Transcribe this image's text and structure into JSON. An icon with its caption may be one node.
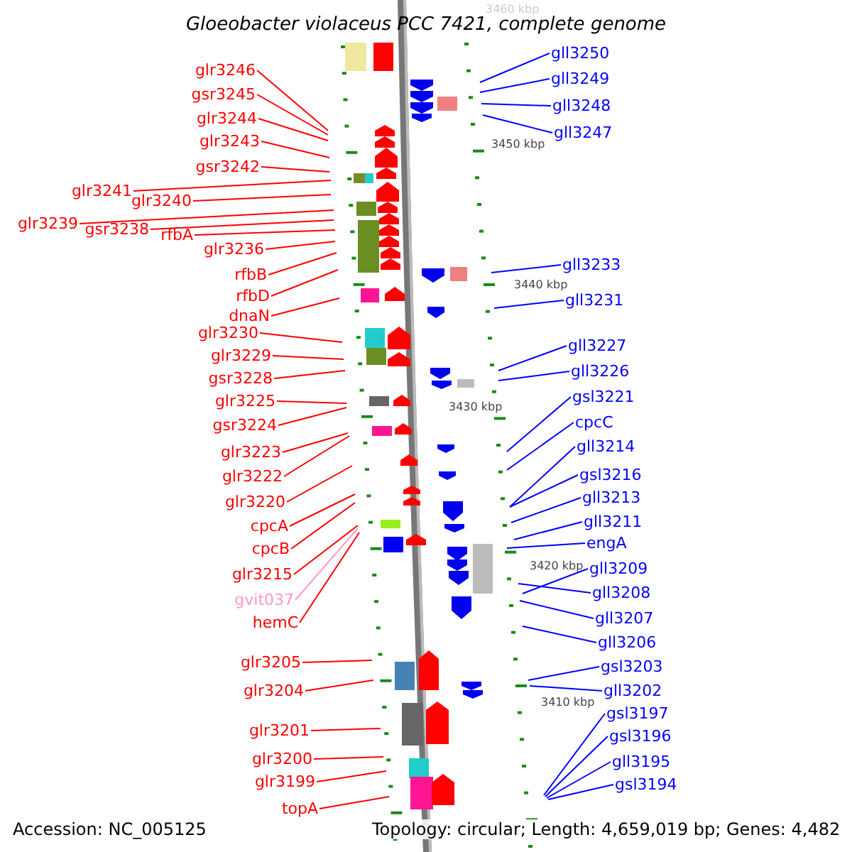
{
  "diagram": {
    "title": "Gloeobacter violaceus PCC 7421, complete genome",
    "nodes": [
      {
        "text": [
          "glr3246"
        ]
      },
      {
        "text": [
          "gsr3245"
        ]
      },
      {
        "text": [
          "glr3244"
        ]
      },
      {
        "text": [
          "glr3243"
        ]
      },
      {
        "text": [
          "gsr3242"
        ]
      },
      {
        "text": [
          "glr3241"
        ]
      },
      {
        "text": [
          "glr3240"
        ]
      },
      {
        "text": [
          "glr3239"
        ]
      },
      {
        "text": [
          "gsr3238"
        ]
      },
      {
        "text": [
          "rfbA"
        ]
      },
      {
        "text": [
          "glr3236"
        ]
      },
      {
        "text": [
          "rfbB"
        ]
      },
      {
        "text": [
          "rfbD"
        ]
      },
      {
        "text": [
          "dnaN"
        ]
      },
      {
        "text": [
          "glr3230"
        ]
      },
      {
        "text": [
          "glr3229"
        ]
      },
      {
        "text": [
          "gsr3228"
        ]
      },
      {
        "text": [
          "glr3225"
        ]
      },
      {
        "text": [
          "gsr3224"
        ]
      },
      {
        "text": [
          "glr3223"
        ]
      },
      {
        "text": [
          "glr3222"
        ]
      },
      {
        "text": [
          "glr3220"
        ]
      },
      {
        "text": [
          "cpcA"
        ]
      },
      {
        "text": [
          "cpcB"
        ]
      },
      {
        "text": [
          "glr3215"
        ]
      },
      {
        "text": [
          "gvit037"
        ]
      },
      {
        "text": [
          "hemC"
        ]
      },
      {
        "text": [
          "glr3205"
        ]
      },
      {
        "text": [
          "glr3204"
        ]
      },
      {
        "text": [
          "glr3201"
        ]
      },
      {
        "text": [
          "glr3200"
        ]
      },
      {
        "text": [
          "glr3199"
        ]
      },
      {
        "text": [
          "topA"
        ]
      },
      {
        "text": [
          "gll3250"
        ]
      },
      {
        "text": [
          "gll3249"
        ]
      },
      {
        "text": [
          "gll3248"
        ]
      },
      {
        "text": [
          "gll3247"
        ]
      },
      {
        "text": [
          "gll3233"
        ]
      },
      {
        "text": [
          "gll3231"
        ]
      },
      {
        "text": [
          "gll3227"
        ]
      },
      {
        "text": [
          "gll3226"
        ]
      },
      {
        "text": [
          "gsl3221"
        ]
      },
      {
        "text": [
          "cpcC"
        ]
      },
      {
        "text": [
          "gll3214"
        ]
      },
      {
        "text": [
          "gsl3216"
        ]
      },
      {
        "text": [
          "gll3213"
        ]
      },
      {
        "text": [
          "gll3211"
        ]
      },
      {
        "text": [
          "engA"
        ]
      },
      {
        "text": [
          "gll3209"
        ]
      },
      {
        "text": [
          "gll3208"
        ]
      },
      {
        "text": [
          "gll3207"
        ]
      },
      {
        "text": [
          "gll3206"
        ]
      },
      {
        "text": [
          "gsl3203"
        ]
      },
      {
        "text": [
          "gll3202"
        ]
      },
      {
        "text": [
          "gsl3197"
        ]
      },
      {
        "text": [
          "gsl3196"
        ]
      },
      {
        "text": [
          "gll3195"
        ]
      },
      {
        "text": [
          "gsl3194"
        ]
      }
    ],
    "edges": [
      {
        "from": 0,
        "to": null,
        "arrow": "none"
      },
      {
        "from": 1,
        "to": null,
        "arrow": "none"
      },
      {
        "from": 2,
        "to": null,
        "arrow": "none"
      },
      {
        "from": 3,
        "to": null,
        "arrow": "none"
      },
      {
        "from": 4,
        "to": null,
        "arrow": "none"
      },
      {
        "from": 5,
        "to": null,
        "arrow": "none"
      },
      {
        "from": 6,
        "to": null,
        "arrow": "none"
      },
      {
        "from": 7,
        "to": null,
        "arrow": "none"
      },
      {
        "from": 8,
        "to": null,
        "arrow": "none"
      },
      {
        "from": 9,
        "to": null,
        "arrow": "none"
      },
      {
        "from": 10,
        "to": null,
        "arrow": "none"
      },
      {
        "from": 11,
        "to": null,
        "arrow": "none"
      },
      {
        "from": 12,
        "to": null,
        "arrow": "none"
      },
      {
        "from": 13,
        "to": null,
        "arrow": "none"
      },
      {
        "from": 14,
        "to": null,
        "arrow": "none"
      },
      {
        "from": 15,
        "to": null,
        "arrow": "none"
      },
      {
        "from": 16,
        "to": null,
        "arrow": "none"
      },
      {
        "from": 17,
        "to": null,
        "arrow": "none"
      },
      {
        "from": 18,
        "to": null,
        "arrow": "none"
      },
      {
        "from": 19,
        "to": null,
        "arrow": "none"
      },
      {
        "from": 20,
        "to": null,
        "arrow": "none"
      },
      {
        "from": 21,
        "to": null,
        "arrow": "none"
      },
      {
        "from": 22,
        "to": null,
        "arrow": "none"
      },
      {
        "from": 23,
        "to": null,
        "arrow": "none"
      },
      {
        "from": 24,
        "to": null,
        "arrow": "none"
      },
      {
        "from": 25,
        "to": null,
        "arrow": "none",
        "color": "#ff99cc"
      },
      {
        "from": 26,
        "to": null,
        "arrow": "none"
      },
      {
        "from": 27,
        "to": null,
        "arrow": "none"
      },
      {
        "from": 28,
        "to": null,
        "arrow": "none"
      },
      {
        "from": 29,
        "to": null,
        "arrow": "none"
      },
      {
        "from": 30,
        "to": null,
        "arrow": "none"
      },
      {
        "from": 31,
        "to": null,
        "arrow": "none"
      },
      {
        "from": 32,
        "to": null,
        "arrow": "none"
      },
      {
        "from": 33,
        "to": null,
        "arrow": "none",
        "color": "#0000ff"
      },
      {
        "from": 34,
        "to": null,
        "arrow": "none",
        "color": "#0000ff"
      },
      {
        "from": 35,
        "to": null,
        "arrow": "none",
        "color": "#0000ff"
      },
      {
        "from": 36,
        "to": null,
        "arrow": "none",
        "color": "#0000ff"
      },
      {
        "from": 37,
        "to": null,
        "arrow": "none",
        "color": "#0000ff"
      },
      {
        "from": 38,
        "to": null,
        "arrow": "none",
        "color": "#0000ff"
      },
      {
        "from": 39,
        "to": null,
        "arrow": "none",
        "color": "#0000ff"
      },
      {
        "from": 40,
        "to": null,
        "arrow": "none",
        "color": "#0000ff"
      },
      {
        "from": 41,
        "to": null,
        "arrow": "none",
        "color": "#0000ff"
      },
      {
        "from": 42,
        "to": null,
        "arrow": "none",
        "color": "#0000ff"
      },
      {
        "from": 43,
        "to": null,
        "arrow": "none",
        "color": "#0000ff"
      },
      {
        "from": 44,
        "to": null,
        "arrow": "none",
        "color": "#0000ff"
      },
      {
        "from": 45,
        "to": null,
        "arrow": "none",
        "color": "#0000ff"
      },
      {
        "from": 46,
        "to": null,
        "arrow": "none",
        "color": "#0000ff"
      },
      {
        "from": 47,
        "to": null,
        "arrow": "none",
        "color": "#0000ff"
      },
      {
        "from": 48,
        "to": null,
        "arrow": "none",
        "color": "#0000ff"
      },
      {
        "from": 49,
        "to": null,
        "arrow": "none",
        "color": "#0000ff"
      },
      {
        "from": 50,
        "to": null,
        "arrow": "none",
        "color": "#0000ff"
      },
      {
        "from": 51,
        "to": null,
        "arrow": "none",
        "color": "#0000ff"
      },
      {
        "from": 52,
        "to": null,
        "arrow": "none",
        "color": "#0000ff"
      },
      {
        "from": 53,
        "to": null,
        "arrow": "none",
        "color": "#0000ff"
      },
      {
        "from": 54,
        "to": null,
        "arrow": "none",
        "color": "#0000ff"
      },
      {
        "from": 55,
        "to": null,
        "arrow": "none",
        "color": "#0000ff"
      },
      {
        "from": 56,
        "to": null,
        "arrow": "none",
        "color": "#0000ff"
      },
      {
        "from": 57,
        "to": null,
        "arrow": "none",
        "color": "#0000ff"
      }
    ],
    "labels": [
      "3460 kbp",
      "3450 kbp",
      "3440 kbp",
      "3430 kbp",
      "3420 kbp",
      "3410 kbp",
      "Accession: NC_005125",
      "Topology: circular; Length: 4,659,019 bp; Genes: 4,482"
    ]
  }
}
